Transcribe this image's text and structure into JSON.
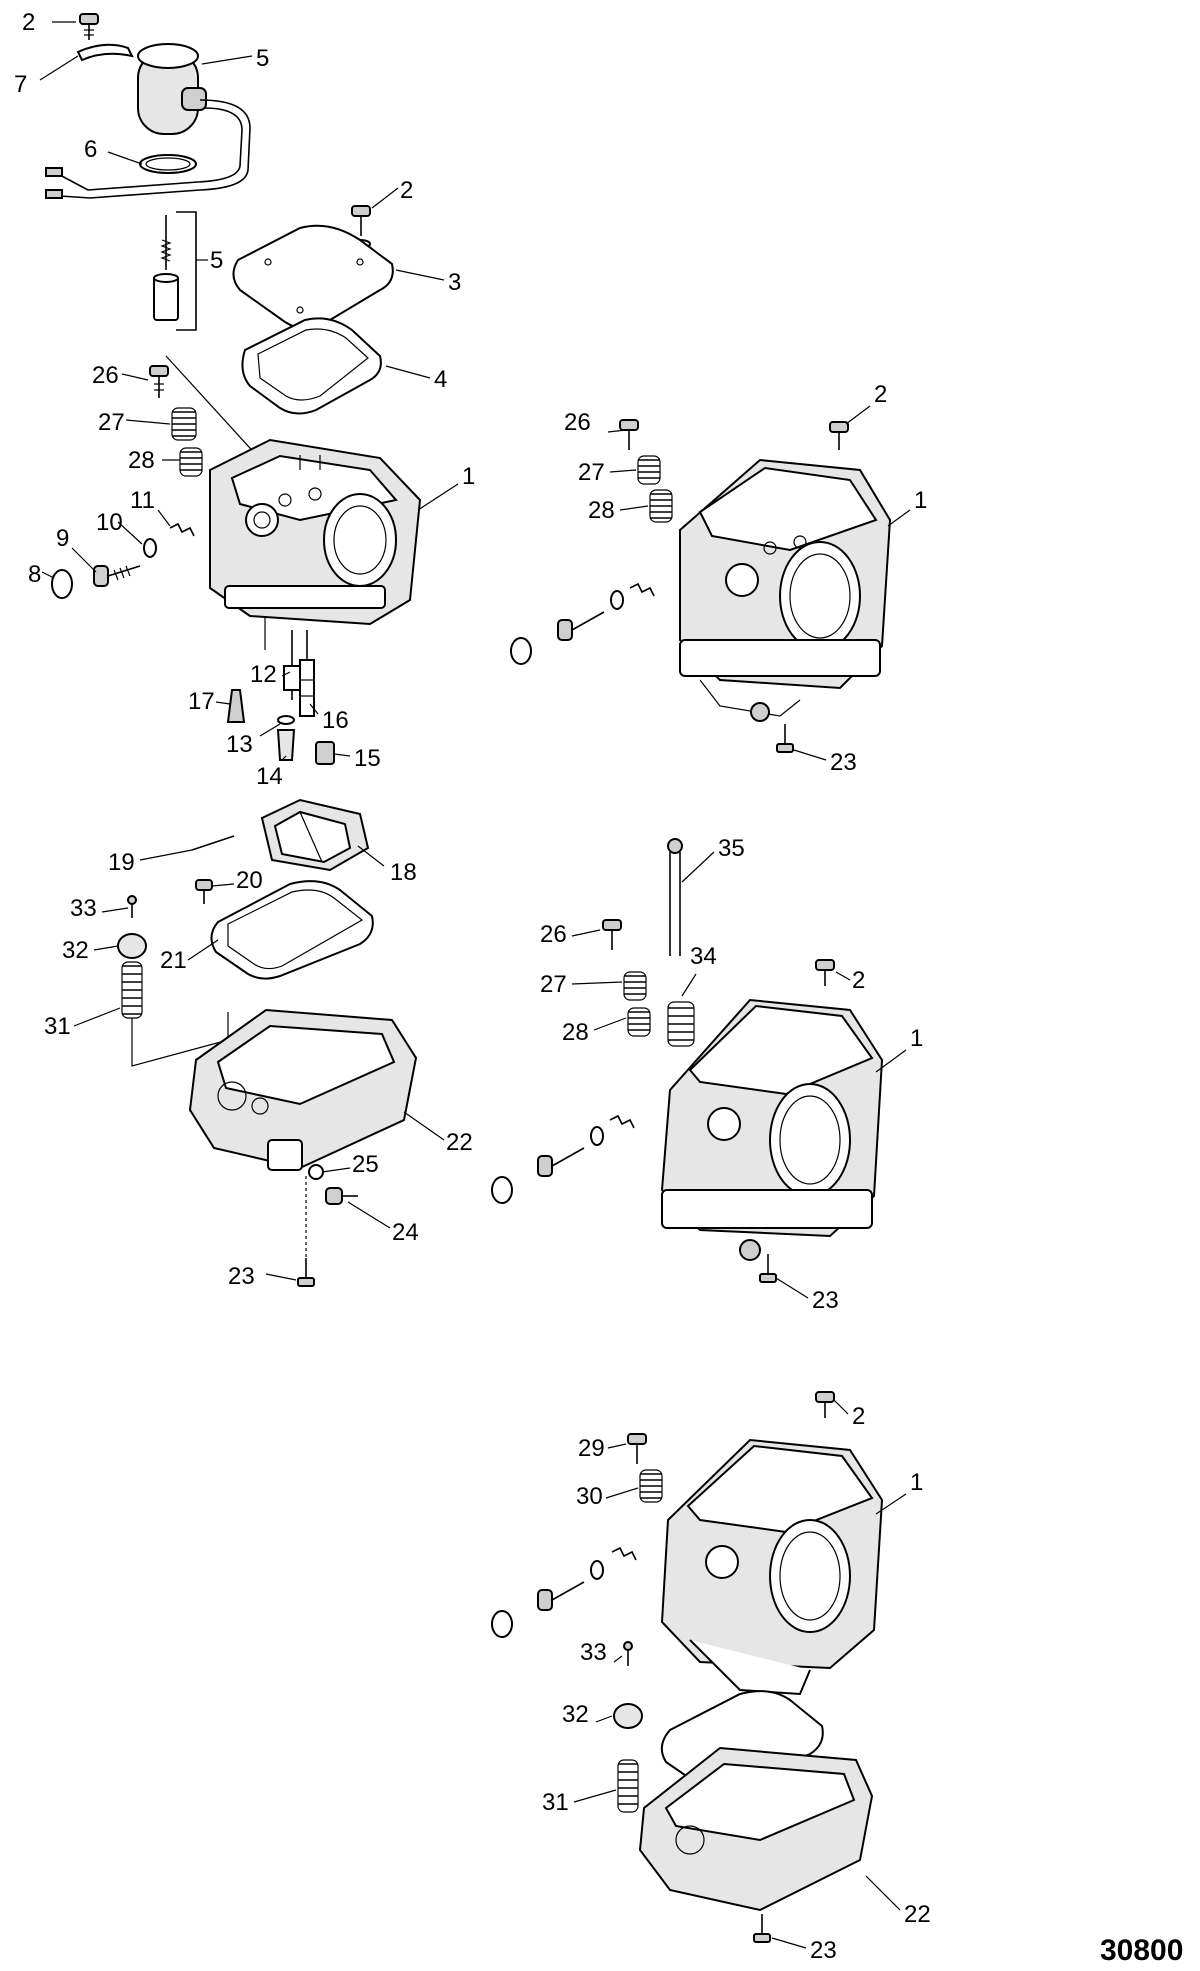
{
  "figure_number": "30800",
  "callouts": [
    {
      "id": "c-a-2",
      "text": "2"
    },
    {
      "id": "c-a-7",
      "text": "7"
    },
    {
      "id": "c-a-5",
      "text": "5"
    },
    {
      "id": "c-a-6",
      "text": "6"
    },
    {
      "id": "c-a-2b",
      "text": "2"
    },
    {
      "id": "c-a-5b",
      "text": "5"
    },
    {
      "id": "c-a-3",
      "text": "3"
    },
    {
      "id": "c-a-4",
      "text": "4"
    },
    {
      "id": "c-a-26",
      "text": "26"
    },
    {
      "id": "c-a-27",
      "text": "27"
    },
    {
      "id": "c-a-28",
      "text": "28"
    },
    {
      "id": "c-a-1",
      "text": "1"
    },
    {
      "id": "c-a-11",
      "text": "11"
    },
    {
      "id": "c-a-10",
      "text": "10"
    },
    {
      "id": "c-a-9",
      "text": "9"
    },
    {
      "id": "c-a-8",
      "text": "8"
    },
    {
      "id": "c-a-17",
      "text": "17"
    },
    {
      "id": "c-a-12",
      "text": "12"
    },
    {
      "id": "c-a-16",
      "text": "16"
    },
    {
      "id": "c-a-13",
      "text": "13"
    },
    {
      "id": "c-a-14",
      "text": "14"
    },
    {
      "id": "c-a-15",
      "text": "15"
    },
    {
      "id": "c-a-19",
      "text": "19"
    },
    {
      "id": "c-a-18",
      "text": "18"
    },
    {
      "id": "c-a-20",
      "text": "20"
    },
    {
      "id": "c-a-33",
      "text": "33"
    },
    {
      "id": "c-a-32",
      "text": "32"
    },
    {
      "id": "c-a-21",
      "text": "21"
    },
    {
      "id": "c-a-31",
      "text": "31"
    },
    {
      "id": "c-a-22",
      "text": "22"
    },
    {
      "id": "c-a-25",
      "text": "25"
    },
    {
      "id": "c-a-24",
      "text": "24"
    },
    {
      "id": "c-a-23",
      "text": "23"
    },
    {
      "id": "c-b-26",
      "text": "26"
    },
    {
      "id": "c-b-2",
      "text": "2"
    },
    {
      "id": "c-b-27",
      "text": "27"
    },
    {
      "id": "c-b-28",
      "text": "28"
    },
    {
      "id": "c-b-1",
      "text": "1"
    },
    {
      "id": "c-b-23",
      "text": "23"
    },
    {
      "id": "c-c-35",
      "text": "35"
    },
    {
      "id": "c-c-26",
      "text": "26"
    },
    {
      "id": "c-c-34",
      "text": "34"
    },
    {
      "id": "c-c-2",
      "text": "2"
    },
    {
      "id": "c-c-27",
      "text": "27"
    },
    {
      "id": "c-c-28",
      "text": "28"
    },
    {
      "id": "c-c-1",
      "text": "1"
    },
    {
      "id": "c-c-23",
      "text": "23"
    },
    {
      "id": "c-d-2",
      "text": "2"
    },
    {
      "id": "c-d-29",
      "text": "29"
    },
    {
      "id": "c-d-30",
      "text": "30"
    },
    {
      "id": "c-d-1",
      "text": "1"
    },
    {
      "id": "c-d-33",
      "text": "33"
    },
    {
      "id": "c-d-32",
      "text": "32"
    },
    {
      "id": "c-d-31",
      "text": "31"
    },
    {
      "id": "c-d-22",
      "text": "22"
    },
    {
      "id": "c-d-23",
      "text": "23"
    }
  ]
}
